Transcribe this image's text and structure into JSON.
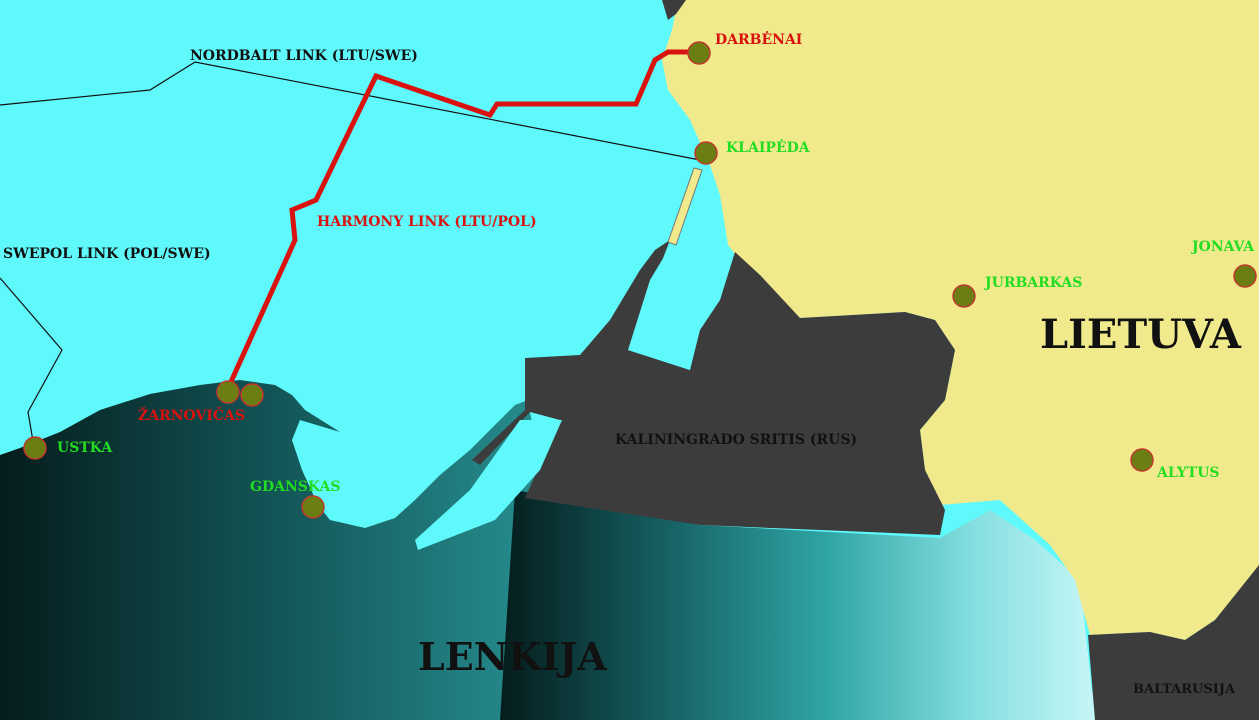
{
  "links": {
    "nordbalt": "NORDBALT LINK (LTU/SWE)",
    "harmony": "HARMONY LINK (LTU/POL)",
    "swepol": "SWEPOL LINK (POL/SWE)"
  },
  "cities": {
    "darbenai": "DARBĖNAI",
    "klaipeda": "KLAIPĖDA",
    "jonava": "JONAVA",
    "jurbarkas": "JURBARKAS",
    "alytus": "ALYTUS",
    "ustka": "USTKA",
    "zarnovicas": "ŽARNOVIČAS",
    "gdanskas": "GDANSKAS"
  },
  "regions": {
    "lietuva": "LIETUVA",
    "lenkija": "LENKIJA",
    "kaliningrad": "KALININGRADO SRITIS (RUS)",
    "baltarusija": "BALTARUSIJA"
  },
  "colors": {
    "sea": "#5ff9fb",
    "lithuania": "#f1ea8c",
    "russia_belarus": "#3c3c3c",
    "poland_dark": "#051c1c",
    "poland_light": "#b7f2f3",
    "harmony_cable": "#d9120f",
    "other_cables": "#111111",
    "city_dot_fill": "#6a7e13",
    "city_dot_stroke": "#c0392b",
    "green_label": "#22dd22",
    "red_label": "#d9120f"
  }
}
